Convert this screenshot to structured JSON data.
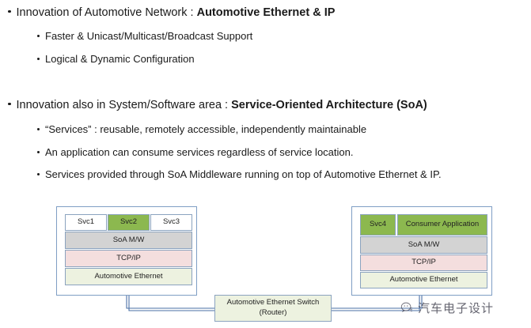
{
  "slide": {
    "bullets": [
      {
        "level": 1,
        "text_plain": "Innovation of Automotive Network : ",
        "text_bold": "Automotive Ethernet & IP"
      },
      {
        "level": 2,
        "text_plain": "Faster & Unicast/Multicast/Broadcast Support",
        "text_bold": ""
      },
      {
        "level": 2,
        "text_plain": "Logical & Dynamic Configuration",
        "text_bold": ""
      },
      {
        "level": 1,
        "text_plain": "Innovation also in System/Software area : ",
        "text_bold": "Service-Oriented Architecture (SoA)"
      },
      {
        "level": 2,
        "text_plain": "“Services” : reusable, remotely accessible, independently maintainable",
        "text_bold": ""
      },
      {
        "level": 2,
        "text_plain": "An application can consume services regardless of service location.",
        "text_bold": ""
      },
      {
        "level": 2,
        "text_plain": "Services provided through SoA Middleware running on top of Automotive Ethernet & IP.",
        "text_bold": ""
      }
    ]
  },
  "diagram": {
    "left_node": {
      "services": [
        {
          "label": "Svc1",
          "style": "white"
        },
        {
          "label": "Svc2",
          "style": "green"
        },
        {
          "label": "Svc3",
          "style": "white"
        }
      ],
      "layers": [
        {
          "label": "SoA M/W",
          "style": "gray"
        },
        {
          "label": "TCP/IP",
          "style": "pink"
        },
        {
          "label": "Automotive Ethernet",
          "style": "ae"
        }
      ]
    },
    "right_node": {
      "services": [
        {
          "label": "Svc4",
          "style": "green"
        },
        {
          "label": "Consumer Application",
          "style": "green"
        }
      ],
      "layers": [
        {
          "label": "SoA M/W",
          "style": "gray"
        },
        {
          "label": "TCP/IP",
          "style": "pink"
        },
        {
          "label": "Automotive Ethernet",
          "style": "ae"
        }
      ]
    },
    "switch": {
      "line1": "Automotive Ethernet Switch",
      "line2": "(Router)"
    },
    "colors": {
      "green": "#8cb84f",
      "gray": "#d3d3d3",
      "pink": "#f4dede",
      "automotive_ethernet": "#edf2e0",
      "border_blue": "#7f9ec4",
      "link_blue": "#4a6fa5"
    }
  },
  "watermark": {
    "text": "汽车电子设计",
    "icon": "wechat-icon"
  }
}
